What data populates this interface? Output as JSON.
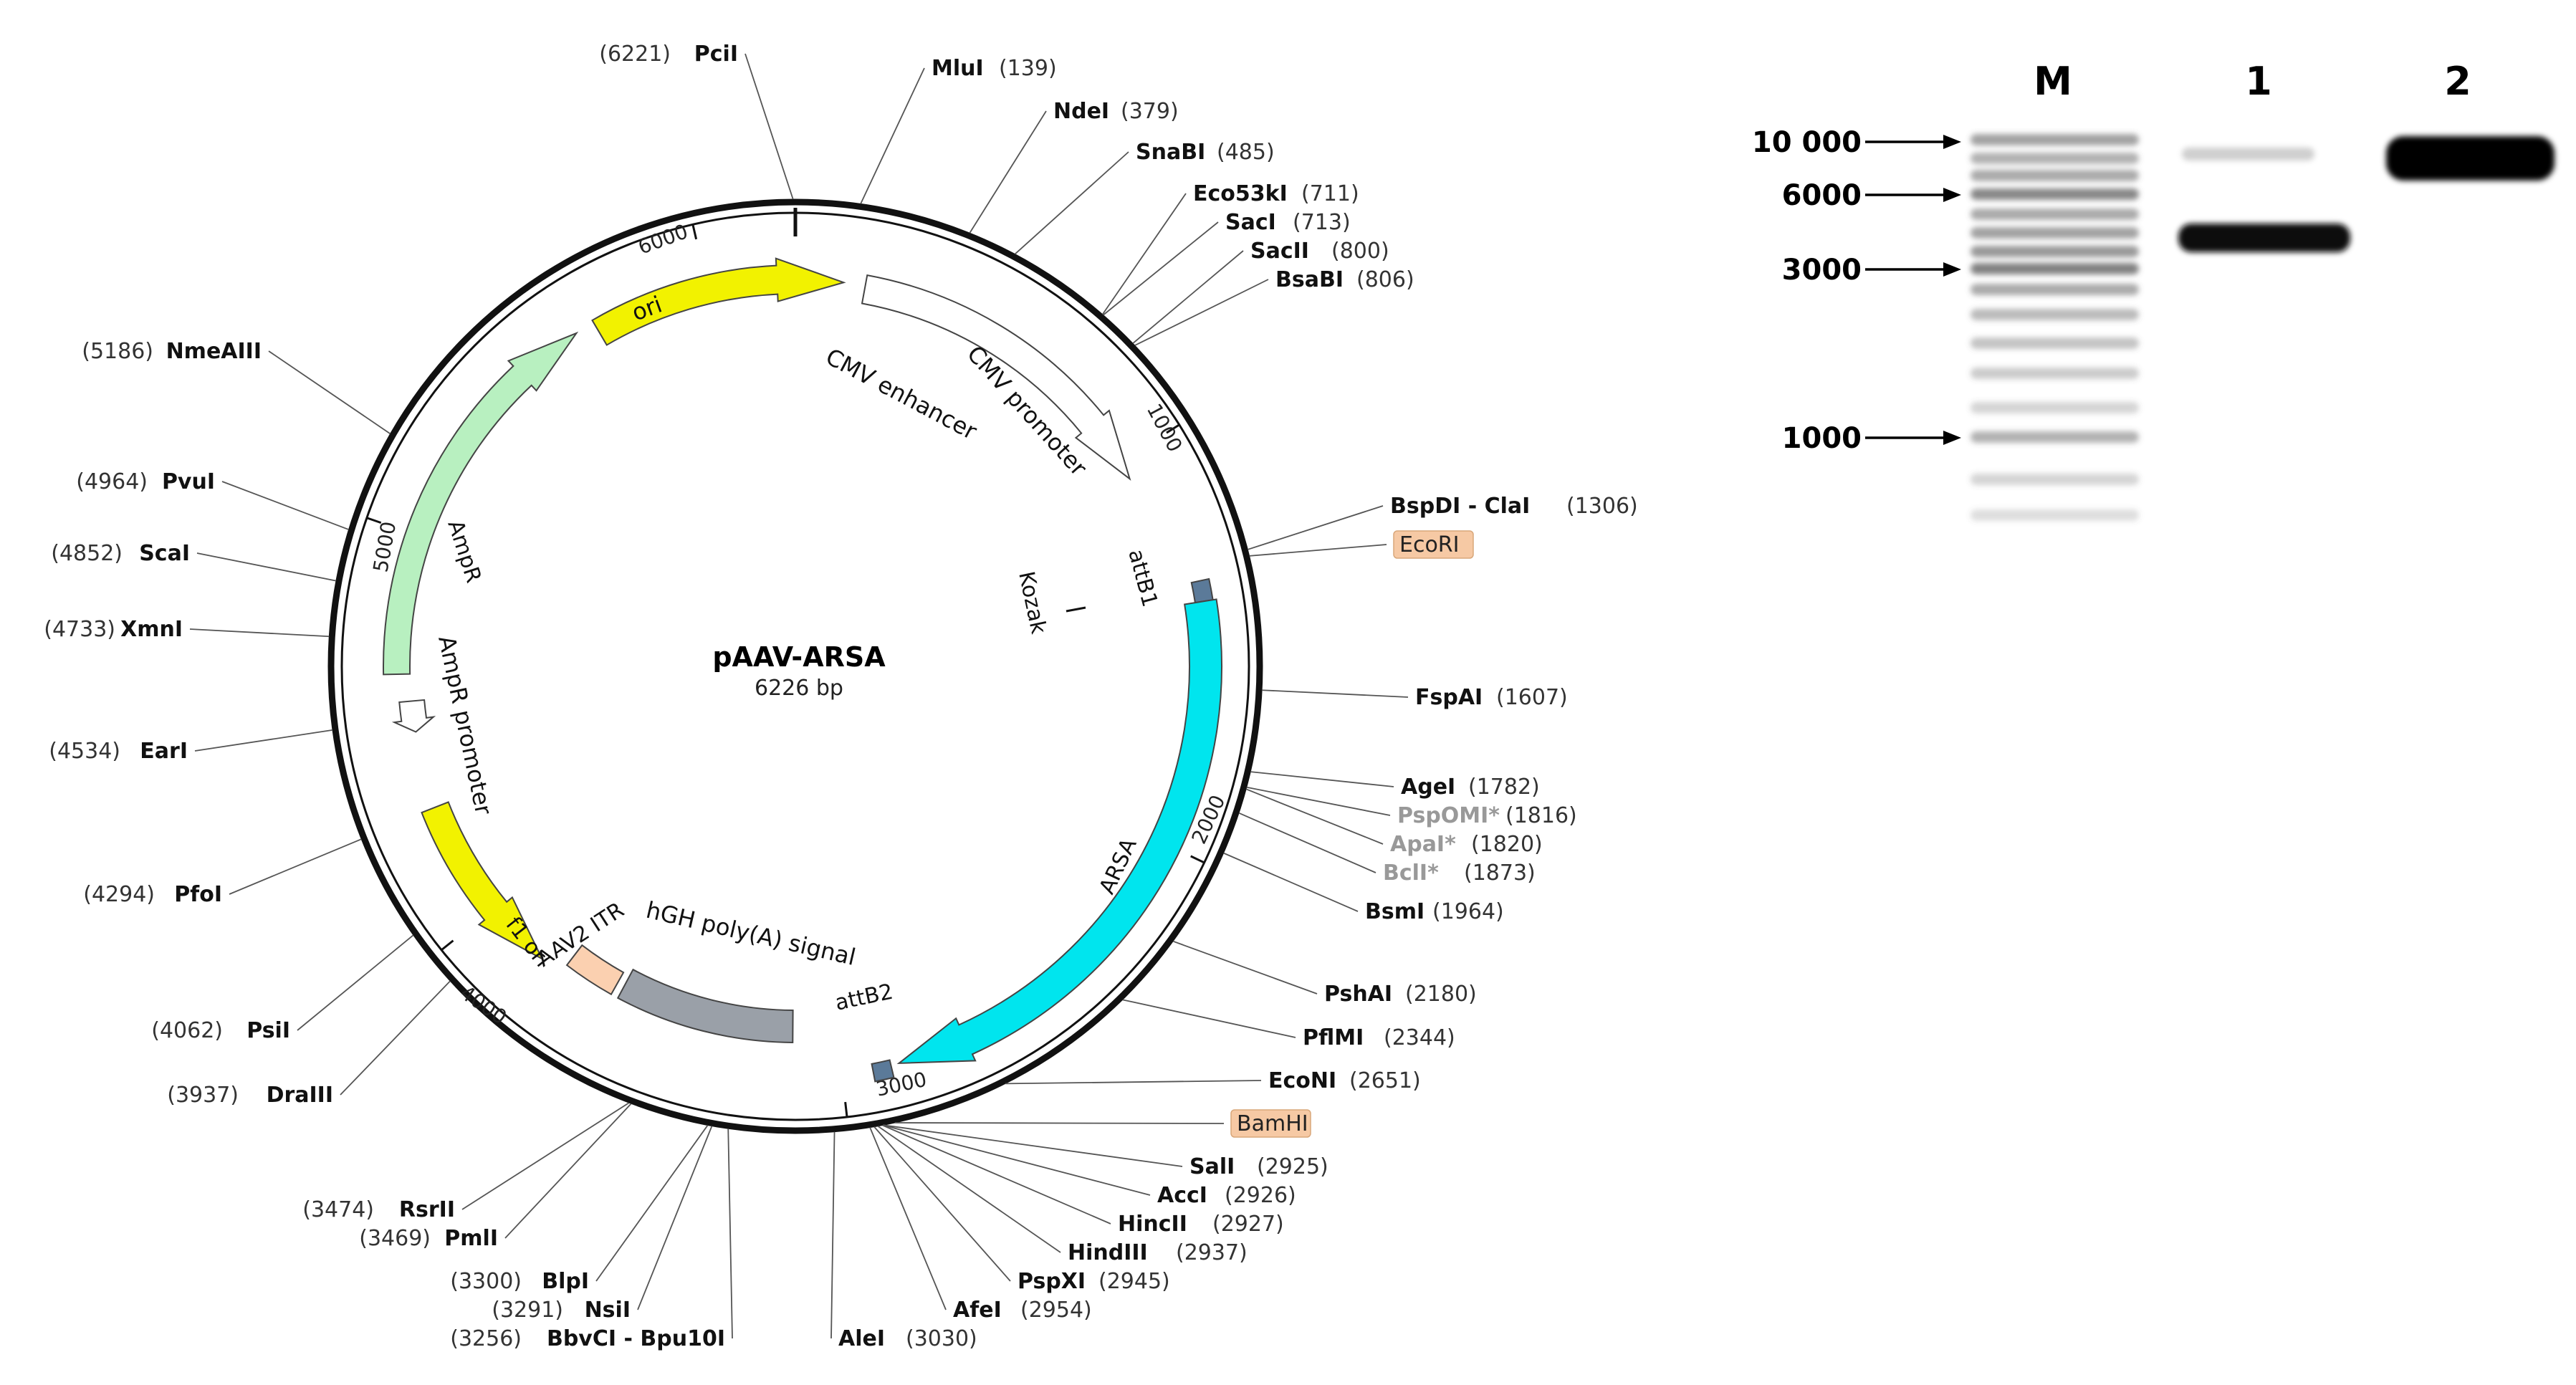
{
  "plasmid": {
    "name": "pAAV-ARSA",
    "size_label": "6226 bp",
    "total_bp": 6226,
    "ticks": [
      "1000",
      "2000",
      "3000",
      "4000",
      "5000",
      "6000"
    ]
  },
  "features": [
    {
      "name": "CMV enhancer",
      "color": "#ffffff"
    },
    {
      "name": "CMV promoter",
      "color": "#ffffff"
    },
    {
      "name": "attB1",
      "color": "#5b7a99"
    },
    {
      "name": "Kozak",
      "color": "#000000"
    },
    {
      "name": "ARSA",
      "color": "#00e5ee"
    },
    {
      "name": "attB2",
      "color": "#5b7a99"
    },
    {
      "name": "hGH poly(A) signal",
      "color": "#9aa0a8"
    },
    {
      "name": "AAV2 ITR",
      "color": "#fbd0b0"
    },
    {
      "name": "f1 ori",
      "color": "#f2f200"
    },
    {
      "name": "AmpR promoter",
      "color": "#ffffff"
    },
    {
      "name": "AmpR",
      "color": "#b8f0c0"
    },
    {
      "name": "ori",
      "color": "#f2f200"
    }
  ],
  "sites": [
    {
      "name": "PciI",
      "pos": "(6221)"
    },
    {
      "name": "MluI",
      "pos": "(139)"
    },
    {
      "name": "NdeI",
      "pos": "(379)"
    },
    {
      "name": "SnaBI",
      "pos": "(485)"
    },
    {
      "name": "Eco53kI",
      "pos": "(711)"
    },
    {
      "name": "SacI",
      "pos": "(713)"
    },
    {
      "name": "SacII",
      "pos": "(800)"
    },
    {
      "name": "BsaBI",
      "pos": "(806)"
    },
    {
      "name": "BspDI - ClaI",
      "pos": "(1306)"
    },
    {
      "name": "EcoRI",
      "pos": ""
    },
    {
      "name": "FspAI",
      "pos": "(1607)"
    },
    {
      "name": "AgeI",
      "pos": "(1782)"
    },
    {
      "name": "PspOMI*",
      "pos": "(1816)"
    },
    {
      "name": "ApaI*",
      "pos": "(1820)"
    },
    {
      "name": "BclI*",
      "pos": "(1873)"
    },
    {
      "name": "BsmI",
      "pos": "(1964)"
    },
    {
      "name": "PshAI",
      "pos": "(2180)"
    },
    {
      "name": "PflMI",
      "pos": "(2344)"
    },
    {
      "name": "EcoNI",
      "pos": "(2651)"
    },
    {
      "name": "BamHI",
      "pos": ""
    },
    {
      "name": "SalI",
      "pos": "(2925)"
    },
    {
      "name": "AccI",
      "pos": "(2926)"
    },
    {
      "name": "HincII",
      "pos": "(2927)"
    },
    {
      "name": "HindIII",
      "pos": "(2937)"
    },
    {
      "name": "PspXI",
      "pos": "(2945)"
    },
    {
      "name": "AfeI",
      "pos": "(2954)"
    },
    {
      "name": "AleI",
      "pos": "(3030)"
    },
    {
      "name": "BbvCI - Bpu10I",
      "pos": "(3256)"
    },
    {
      "name": "NsiI",
      "pos": "(3291)"
    },
    {
      "name": "BlpI",
      "pos": "(3300)"
    },
    {
      "name": "PmlI",
      "pos": "(3469)"
    },
    {
      "name": "RsrII",
      "pos": "(3474)"
    },
    {
      "name": "DraIII",
      "pos": "(3937)"
    },
    {
      "name": "PsiI",
      "pos": "(4062)"
    },
    {
      "name": "PfoI",
      "pos": "(4294)"
    },
    {
      "name": "EarI",
      "pos": "(4534)"
    },
    {
      "name": "XmnI",
      "pos": "(4733)"
    },
    {
      "name": "ScaI",
      "pos": "(4852)"
    },
    {
      "name": "PvuI",
      "pos": "(4964)"
    },
    {
      "name": "NmeAIII",
      "pos": "(5186)"
    }
  ],
  "highlight_color": "#f6c9a4",
  "gel": {
    "lanes": [
      "M",
      "1",
      "2"
    ],
    "markers": [
      "10 000",
      "6000",
      "3000",
      "1000"
    ]
  }
}
